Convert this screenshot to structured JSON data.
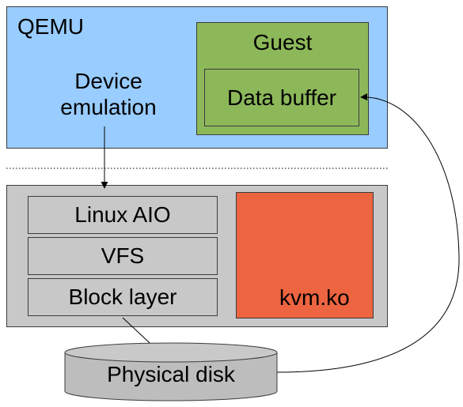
{
  "qemu": {
    "label": "QEMU",
    "device_emulation": "Device emulation",
    "guest": {
      "label": "Guest",
      "data_buffer": "Data buffer"
    }
  },
  "host": {
    "layers": [
      "Linux AIO",
      "VFS",
      "Block layer"
    ],
    "kvm_label": "kvm.ko"
  },
  "disk": {
    "label": "Physical disk"
  },
  "colors": {
    "qemu_fill": "#99ccff",
    "guest_fill": "#8db85a",
    "host_fill": "#c8c8c8",
    "kvm_fill": "#ec6440",
    "disk_fill": "#bdbdbd",
    "stroke": "#3c3c3c"
  }
}
